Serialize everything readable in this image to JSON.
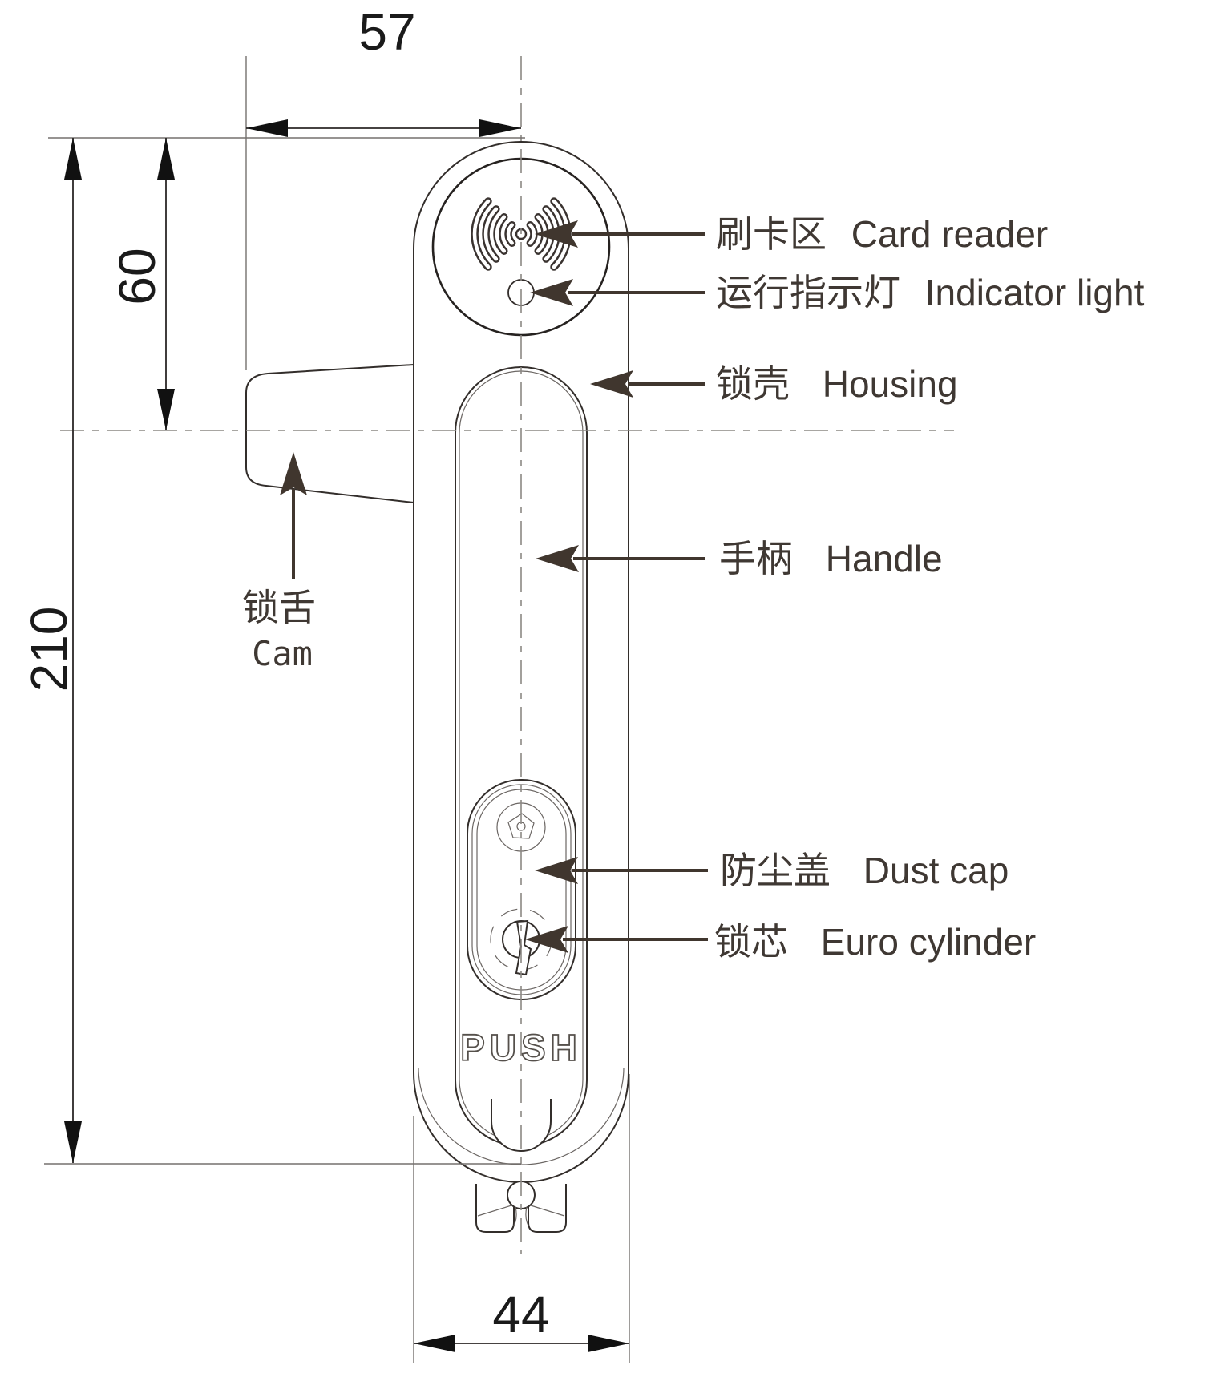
{
  "diagram": {
    "type": "technical-drawing",
    "subject": "swing-handle cabinet lock with card reader, front view with dimensions",
    "units_note": "numbers shown on drawing only",
    "dimensions": {
      "top_width": "57",
      "upper_height": "60",
      "overall_height": "210",
      "bottom_width": "44"
    },
    "labels": {
      "card_reader": {
        "zh": "刷卡区",
        "en": "Card reader"
      },
      "indicator_light": {
        "zh": "运行指示灯",
        "en": "Indicator light"
      },
      "housing": {
        "zh": "锁壳",
        "en": "Housing"
      },
      "handle": {
        "zh": "手柄",
        "en": "Handle"
      },
      "cam": {
        "zh": "锁舌",
        "en": "Cam"
      },
      "dust_cap": {
        "zh": "防尘盖",
        "en": "Dust cap"
      },
      "euro_cylinder": {
        "zh": "锁芯",
        "en": "Euro cylinder"
      }
    },
    "engraving": "PUSH",
    "colors": {
      "background": "#ffffff",
      "line": "#332e2b",
      "leader": "#40362e",
      "centerline": "#8c8884"
    }
  }
}
